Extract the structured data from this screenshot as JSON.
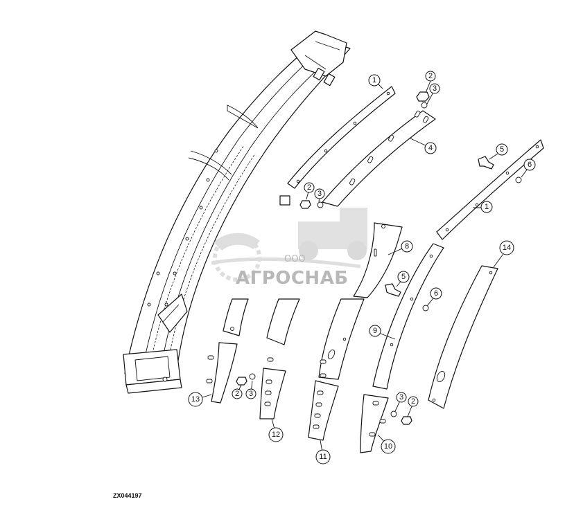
{
  "drawing": {
    "code": "ZX044197"
  },
  "watermark": {
    "company_prefix": "ООО",
    "company_name": "АГРОСНАБ"
  },
  "callouts": [
    {
      "id": "c1a",
      "label": "1"
    },
    {
      "id": "c2a",
      "label": "2"
    },
    {
      "id": "c3a",
      "label": "3"
    },
    {
      "id": "c4",
      "label": "4"
    },
    {
      "id": "c5a",
      "label": "5"
    },
    {
      "id": "c6a",
      "label": "6"
    },
    {
      "id": "c1b",
      "label": "1"
    },
    {
      "id": "c2b",
      "label": "2"
    },
    {
      "id": "c3b",
      "label": "3"
    },
    {
      "id": "c8",
      "label": "8"
    },
    {
      "id": "c14",
      "label": "14"
    },
    {
      "id": "c5b",
      "label": "5"
    },
    {
      "id": "c6b",
      "label": "6"
    },
    {
      "id": "c9",
      "label": "9"
    },
    {
      "id": "c13",
      "label": "13"
    },
    {
      "id": "c2c",
      "label": "2"
    },
    {
      "id": "c3c",
      "label": "3"
    },
    {
      "id": "c12",
      "label": "12"
    },
    {
      "id": "c11",
      "label": "11"
    },
    {
      "id": "c3d",
      "label": "3"
    },
    {
      "id": "c2d",
      "label": "2"
    },
    {
      "id": "c10",
      "label": "10"
    }
  ]
}
